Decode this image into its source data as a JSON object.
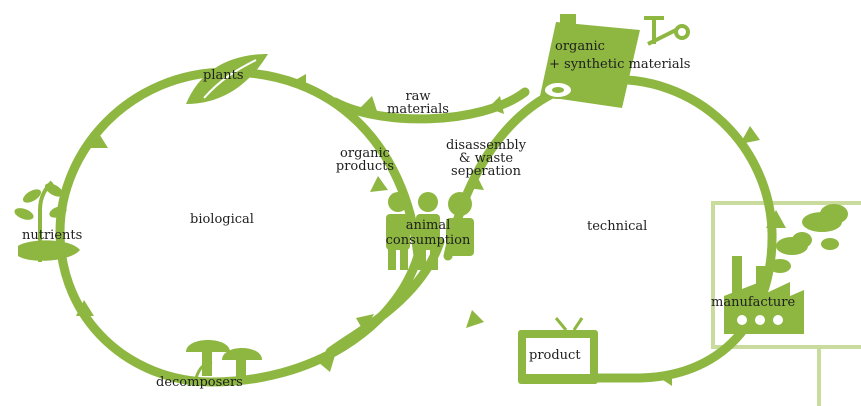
{
  "colors": {
    "green": "#8db741",
    "light_green": "#c9dc9e",
    "text": "#1e1e1e",
    "white": "#ffffff"
  },
  "labels": {
    "plants": "plants",
    "raw_materials_1": "raw",
    "raw_materials_2": "materials",
    "organic_products_1": "organic",
    "organic_products_2": "products",
    "disassembly_1": "disassembly",
    "disassembly_2": "& waste",
    "disassembly_3": "seperation",
    "organic_synthetic_1": "organic",
    "organic_synthetic_2": "+ synthetic materials",
    "nutrients": "nutrients",
    "biological": "biological",
    "animal": "animal",
    "consumption": "consumption",
    "technical": "technical",
    "manufacture": "manufacture",
    "product": "product",
    "decomposers": "decomposers"
  },
  "icons": [
    "leaf-icon",
    "sprout-icon",
    "mushroom-icon",
    "people-icon",
    "roll-icon",
    "tools-icon",
    "factory-icon",
    "cloud-icon",
    "tv-icon"
  ]
}
